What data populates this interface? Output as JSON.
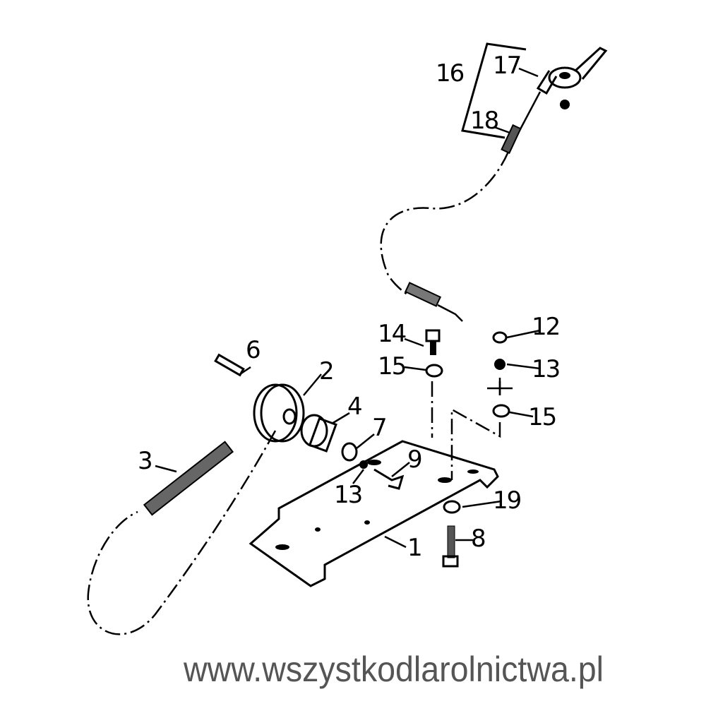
{
  "labels": {
    "l1": "1",
    "l2": "2",
    "l3": "3",
    "l4": "4",
    "l6": "6",
    "l7": "7",
    "l8": "8",
    "l9": "9",
    "l12": "12",
    "l13a": "13",
    "l13b": "13",
    "l14": "14",
    "l15a": "15",
    "l15b": "15",
    "l16": "16",
    "l17": "17",
    "l18": "18",
    "l19": "19"
  },
  "watermark": "www.wszystkodlarolnictwa.pl"
}
